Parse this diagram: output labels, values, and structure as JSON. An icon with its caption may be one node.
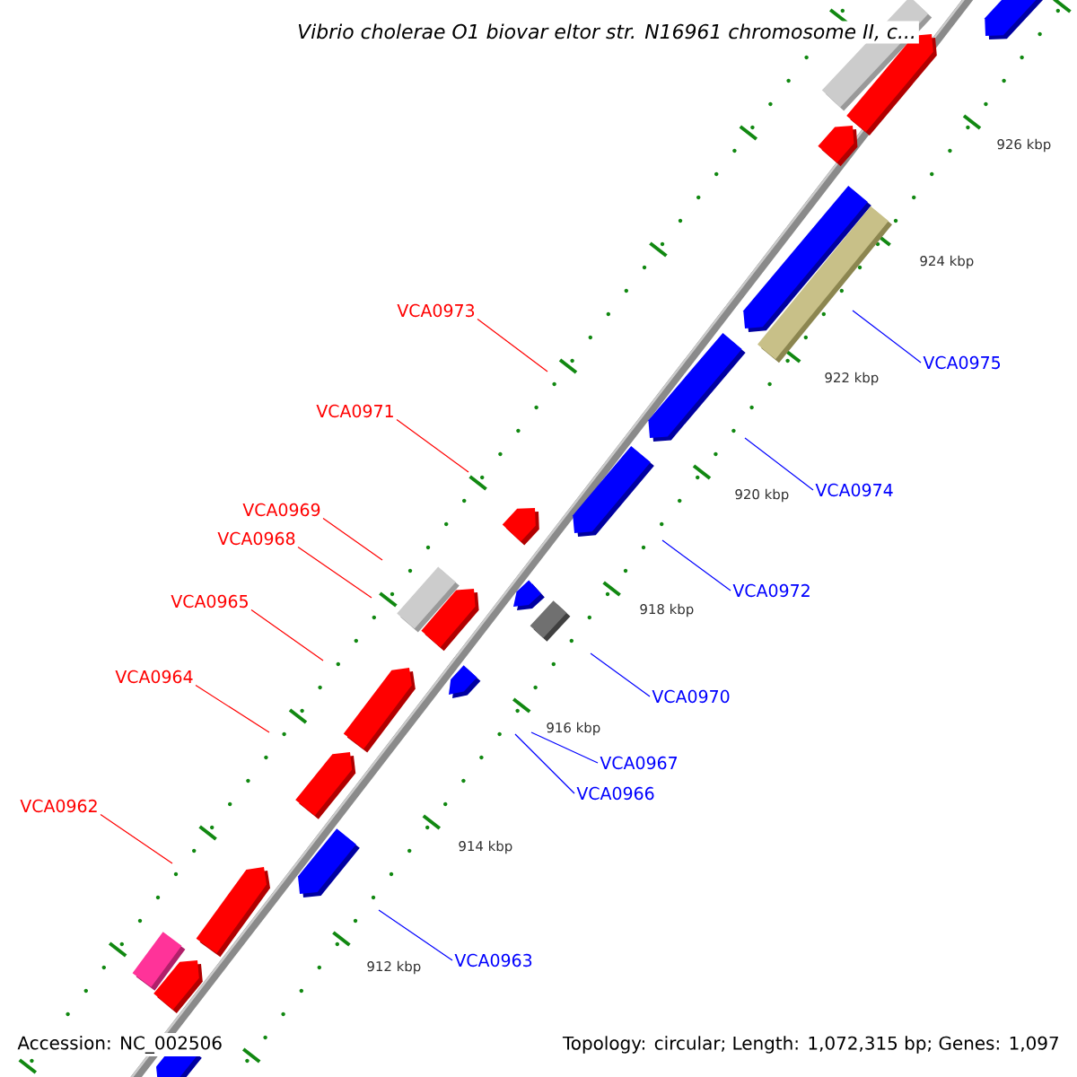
{
  "diagram": {
    "title": "Vibrio cholerae O1 biovar eltor str. N16961 chromosome II, c...",
    "nodes": [
      {
        "text": [
          "VCA0973"
        ]
      },
      {
        "text": [
          "VCA0975"
        ]
      },
      {
        "text": [
          "VCA0971"
        ]
      },
      {
        "text": [
          "VCA0974"
        ]
      },
      {
        "text": [
          "VCA0969"
        ]
      },
      {
        "text": [
          "VCA0968"
        ]
      },
      {
        "text": [
          "VCA0972"
        ]
      },
      {
        "text": [
          "VCA0965"
        ]
      },
      {
        "text": [
          "VCA0964"
        ]
      },
      {
        "text": [
          "VCA0970"
        ]
      },
      {
        "text": [
          "VCA0967"
        ]
      },
      {
        "text": [
          "VCA0966"
        ]
      },
      {
        "text": [
          "VCA0962"
        ]
      },
      {
        "text": [
          "VCA0963"
        ]
      }
    ],
    "edges": [
      {
        "from": 0,
        "to": null,
        "arrow": "none",
        "color": "#ff0000"
      },
      {
        "from": 1,
        "to": null,
        "arrow": "none",
        "color": "#0000ff"
      },
      {
        "from": 2,
        "to": null,
        "arrow": "none",
        "color": "#ff0000"
      },
      {
        "from": 3,
        "to": null,
        "arrow": "none",
        "color": "#0000ff"
      },
      {
        "from": 4,
        "to": null,
        "arrow": "none",
        "color": "#ff0000"
      },
      {
        "from": 5,
        "to": null,
        "arrow": "none",
        "color": "#ff0000"
      },
      {
        "from": 6,
        "to": null,
        "arrow": "none",
        "color": "#0000ff"
      },
      {
        "from": 7,
        "to": null,
        "arrow": "none",
        "color": "#ff0000"
      },
      {
        "from": 8,
        "to": null,
        "arrow": "none",
        "color": "#ff0000"
      },
      {
        "from": 9,
        "to": null,
        "arrow": "none",
        "color": "#0000ff"
      },
      {
        "from": 10,
        "to": null,
        "arrow": "none",
        "color": "#0000ff"
      },
      {
        "from": 11,
        "to": null,
        "arrow": "none",
        "color": "#0000ff"
      },
      {
        "from": 12,
        "to": null,
        "arrow": "none",
        "color": "#ff0000"
      },
      {
        "from": 13,
        "to": null,
        "arrow": "none",
        "color": "#0000ff"
      }
    ],
    "labels": [
      "926 kbp",
      "924 kbp",
      "922 kbp",
      "920 kbp",
      "918 kbp",
      "916 kbp",
      "914 kbp",
      "912 kbp",
      "Accession: NC_002506",
      "Topology: circular; Length: 1,072,315 bp; Genes: 1,097"
    ]
  }
}
